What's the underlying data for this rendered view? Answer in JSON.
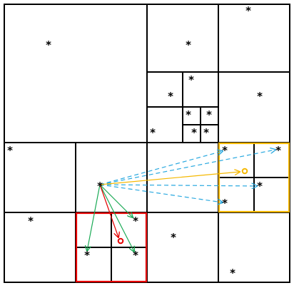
{
  "diagram": {
    "background": "#ffffff",
    "colors": {
      "grid": "#000000",
      "red": "#e60000",
      "yellow": "#f5b800",
      "green": "#1aaa55",
      "cyan": "#2aa9e0",
      "star": "#000000"
    },
    "star_glyph": "*",
    "node_glyph": "o",
    "highlight_red": "red square (1×1 cell, subdivided)",
    "highlight_yellow": "yellow square (1×1 cell, subdivided)"
  }
}
